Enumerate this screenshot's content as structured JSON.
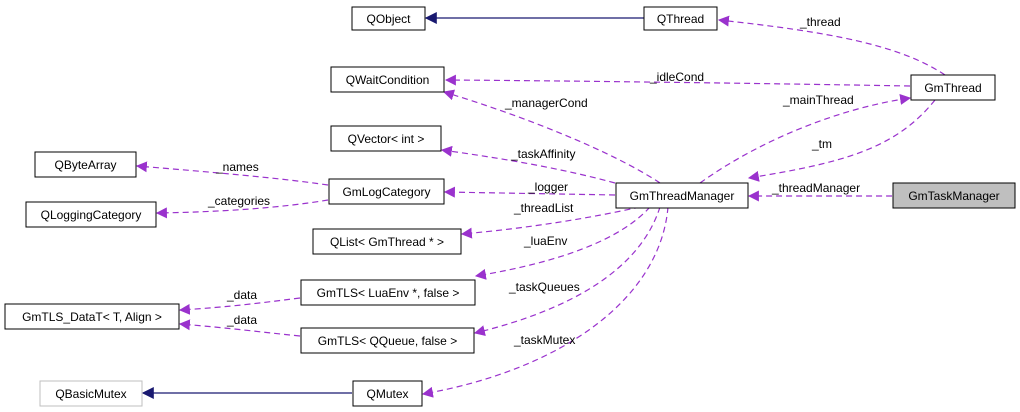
{
  "colors": {
    "node_border": "#000000",
    "node_border_muted": "#bfbfbf",
    "node_fill": "#ffffff",
    "focus_fill": "#bfbfbf",
    "usage_edge": "#9a32cd",
    "inherit_edge": "#191970"
  },
  "nodes": {
    "qobject": "QObject",
    "qthread": "QThread",
    "qwaitcondition": "QWaitCondition",
    "gmthread": "GmThread",
    "qvector": "QVector< int >",
    "qbytearray": "QByteArray",
    "gmlogcategory": "GmLogCategory",
    "gmthreadmanager": "GmThreadManager",
    "gmtaskmanager": "GmTaskManager",
    "qloggingcategory": "QLoggingCategory",
    "qlist": "QList< GmThread * >",
    "gmtls_luaenv": "GmTLS< LuaEnv *, false >",
    "gmtls_datat": "GmTLS_DataT< T, Align >",
    "gmtls_qqueue": "GmTLS< QQueue, false >",
    "qbasicmutex": "QBasicMutex",
    "qmutex": "QMutex"
  },
  "edge_labels": {
    "thread": "_thread",
    "idlecond": "_idleCond",
    "managercond": "_managerCond",
    "mainthread": "_mainThread",
    "tm": "_tm",
    "taskaffinity": "_taskAffinity",
    "names": "_names",
    "logger": "_logger",
    "threadmanager": "_threadManager",
    "categories": "_categories",
    "threadlist": "_threadList",
    "luaenv": "_luaEnv",
    "data1": "_data",
    "taskqueues": "_taskQueues",
    "data2": "_data",
    "taskmutex": "_taskMutex"
  }
}
